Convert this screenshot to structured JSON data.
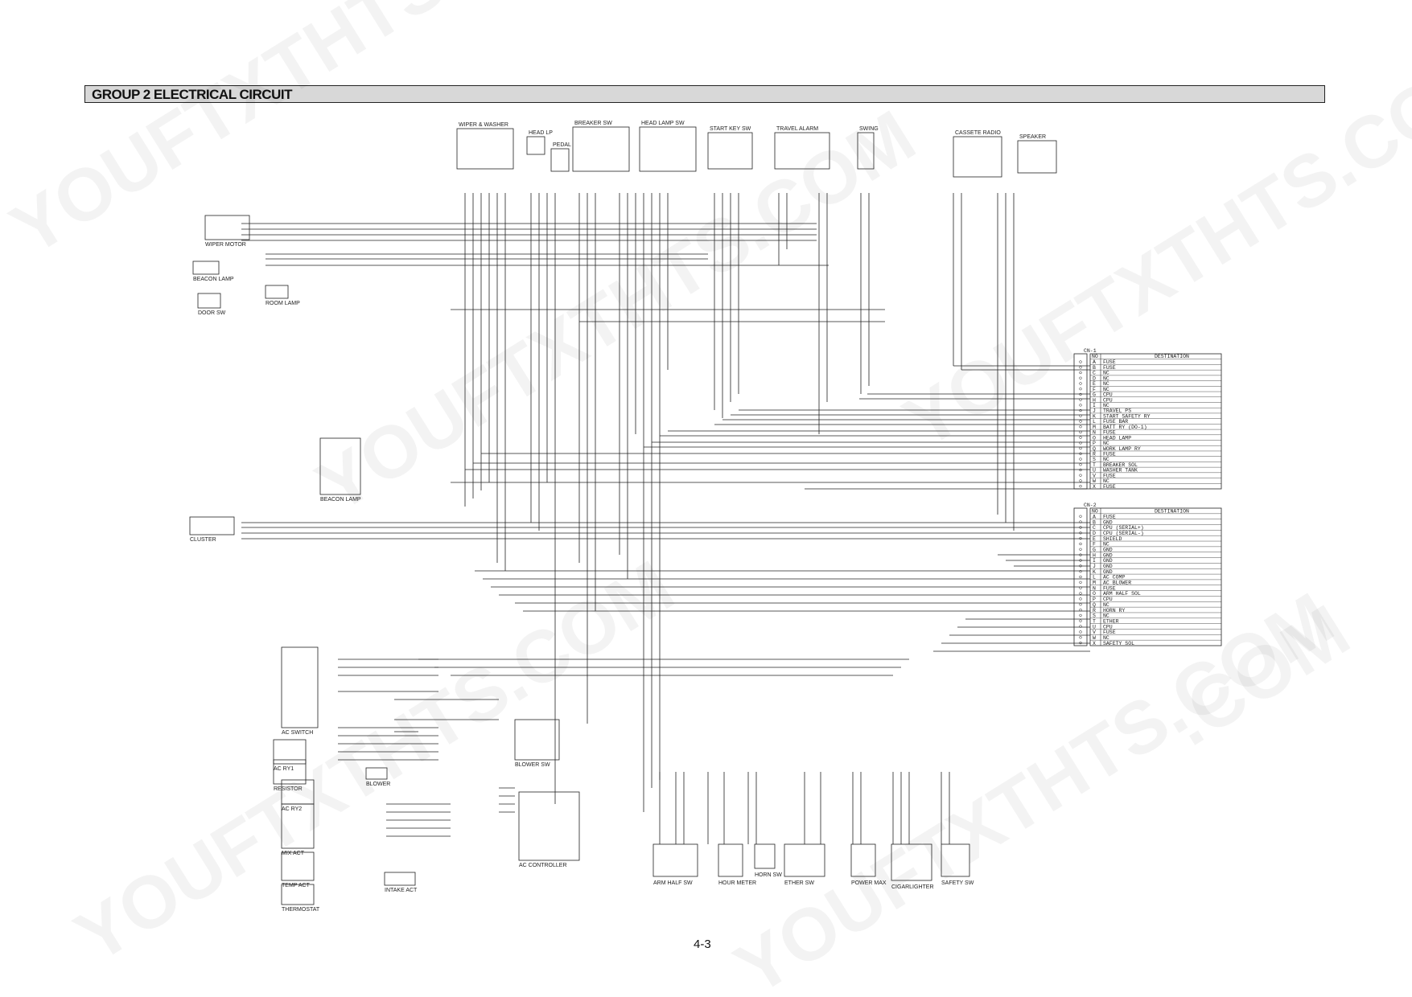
{
  "header": {
    "title": "GROUP 2 ELECTRICAL CIRCUIT"
  },
  "page_number": "4-3",
  "watermarks": [
    "YOUFTXTHTS.COM",
    "YOUFTXTHTS.COM",
    "YOUFTXTHTS.COM",
    "YOUFTXTHTS.COM",
    ".COM",
    "YOUFTXTHTS.COM"
  ],
  "components": {
    "top": [
      {
        "id": "CS-1",
        "label": "WIPER & WASHER"
      },
      {
        "id": "CS-26",
        "label": "PEDAL"
      },
      {
        "id": "HEAD LP",
        "label": "HEAD LP"
      },
      {
        "id": "CS-22",
        "label": "BREAKER SW"
      },
      {
        "id": "CS-21",
        "label": "HEAD LAMP SW"
      },
      {
        "id": "CS-2",
        "label": "START KEY SW"
      },
      {
        "id": "CS-14",
        "label": "TRAVEL ALARM"
      },
      {
        "id": "CS-9",
        "label": "SWING"
      },
      {
        "id": "CN-17",
        "label": "CASSETE RADIO"
      },
      {
        "id": "SPK",
        "label": "SPEAKER"
      }
    ],
    "left": [
      {
        "id": "CN-21",
        "label": "WIPER MOTOR"
      },
      {
        "id": "CL-7",
        "label": "BEACON LAMP"
      },
      {
        "id": "CS-1b",
        "label": "DOOR SW"
      },
      {
        "id": "CL-1",
        "label": "ROOM LAMP"
      },
      {
        "id": "CS-23",
        "label": "BEACON LAMP"
      },
      {
        "id": "CN-56",
        "label": "CLUSTER"
      },
      {
        "id": "CS-54",
        "label": "AC SWITCH"
      },
      {
        "id": "AC-RY1",
        "label": "AC RY1"
      },
      {
        "id": "RESISTOR",
        "label": "RESISTOR"
      },
      {
        "id": "BLOWER",
        "label": "BLOWER"
      },
      {
        "id": "AC-RY2",
        "label": "AC RY2"
      },
      {
        "id": "MIX-ACT",
        "label": "MIX ACT"
      },
      {
        "id": "TEMP-ACT",
        "label": "TEMP ACT"
      },
      {
        "id": "THERMOSTAT",
        "label": "THERMOSTAT"
      },
      {
        "id": "INTAKE-ACT",
        "label": "INTAKE ACT"
      },
      {
        "id": "CS-58",
        "label": "BLOWER SW"
      },
      {
        "id": "CN-33",
        "label": "AC CONTROLLER"
      }
    ],
    "bottom": [
      {
        "id": "CS-20",
        "label": "ARM HALF SW"
      },
      {
        "id": "CN-48",
        "label": "HOUR METER"
      },
      {
        "id": "CS-5",
        "label": "HORN SW"
      },
      {
        "id": "CS-22b",
        "label": "ETHER SW"
      },
      {
        "id": "CS-29",
        "label": "POWER MAX"
      },
      {
        "id": "CL-2",
        "label": "CIGARLIGHTER"
      },
      {
        "id": "CS-4",
        "label": "SAFETY SW"
      }
    ]
  },
  "connector_tables": [
    {
      "name": "CN-1",
      "headers": [
        "NO",
        "DESTINATION"
      ],
      "rows": [
        [
          "A",
          "FUSE"
        ],
        [
          "B",
          "FUSE"
        ],
        [
          "C",
          "NC"
        ],
        [
          "D",
          "NC"
        ],
        [
          "E",
          "NC"
        ],
        [
          "F",
          "NC"
        ],
        [
          "G",
          "CPU"
        ],
        [
          "H",
          "CPU"
        ],
        [
          "I",
          "NC"
        ],
        [
          "J",
          "TRAVEL PS"
        ],
        [
          "K",
          "START SAFETY RY"
        ],
        [
          "L",
          "FUSE BAR"
        ],
        [
          "M",
          "BATT RY (DO-1)"
        ],
        [
          "N",
          "FUSE"
        ],
        [
          "O",
          "HEAD LAMP"
        ],
        [
          "P",
          "NC"
        ],
        [
          "Q",
          "WORK LAMP RY"
        ],
        [
          "R",
          "FUSE"
        ],
        [
          "S",
          "NC"
        ],
        [
          "T",
          "BREAKER SOL"
        ],
        [
          "U",
          "WASHER TANK"
        ],
        [
          "V",
          "FUSE"
        ],
        [
          "W",
          "NC"
        ],
        [
          "X",
          "FUSE"
        ]
      ]
    },
    {
      "name": "CN-2",
      "headers": [
        "NO",
        "DESTINATION"
      ],
      "rows": [
        [
          "A",
          "FUSE"
        ],
        [
          "B",
          "GND"
        ],
        [
          "C",
          "CPU (SERIAL+)"
        ],
        [
          "D",
          "CPU (SERIAL-)"
        ],
        [
          "E",
          "SHIELD"
        ],
        [
          "F",
          "NC"
        ],
        [
          "G",
          "GND"
        ],
        [
          "H",
          "GND"
        ],
        [
          "I",
          "GND"
        ],
        [
          "J",
          "GND"
        ],
        [
          "K",
          "GND"
        ],
        [
          "L",
          "AC COMP"
        ],
        [
          "M",
          "AC BLOWER"
        ],
        [
          "N",
          "FUSE"
        ],
        [
          "O",
          "ARM HALF SOL"
        ],
        [
          "P",
          "CPU"
        ],
        [
          "Q",
          "NC"
        ],
        [
          "R",
          "HORN RY"
        ],
        [
          "S",
          "NC"
        ],
        [
          "T",
          "ETHER"
        ],
        [
          "U",
          "CPU"
        ],
        [
          "V",
          "FUSE"
        ],
        [
          "W",
          "NC"
        ],
        [
          "X",
          "SAFETY SOL"
        ]
      ]
    }
  ]
}
